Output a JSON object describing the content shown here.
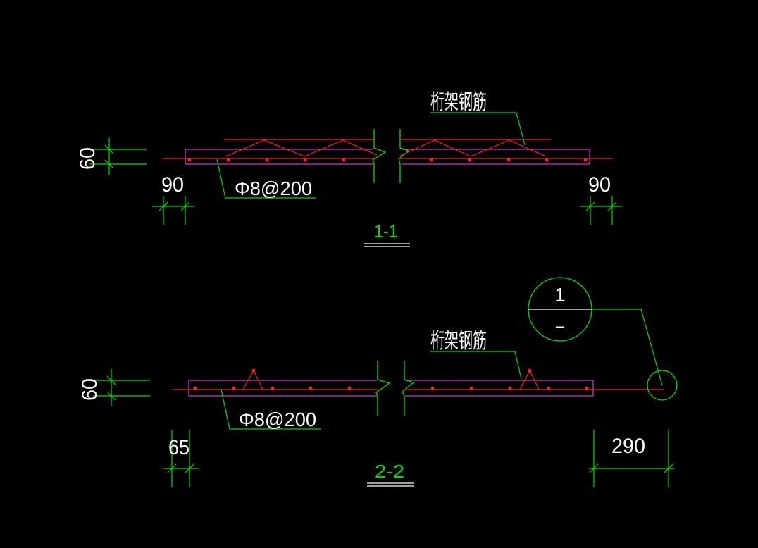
{
  "drawing": {
    "background": "#000000",
    "colors": {
      "slab_outline": "#cc33cc",
      "rebar_red": "#ff2020",
      "leader_green": "#00dd00",
      "text_white": "#ffffff"
    },
    "section_1": {
      "title": "1-1",
      "truss_label": "桁架钢筋",
      "rebar_label": "Φ8@200",
      "thickness_dim": "60",
      "left_edge_dim": "90",
      "right_edge_dim": "90"
    },
    "section_2": {
      "title": "2-2",
      "truss_label": "桁架钢筋",
      "rebar_label": "Φ8@200",
      "thickness_dim": "60",
      "left_edge_dim": "65",
      "right_edge_dim": "290",
      "detail_callout": {
        "number": "1",
        "sheet": "–"
      }
    }
  }
}
